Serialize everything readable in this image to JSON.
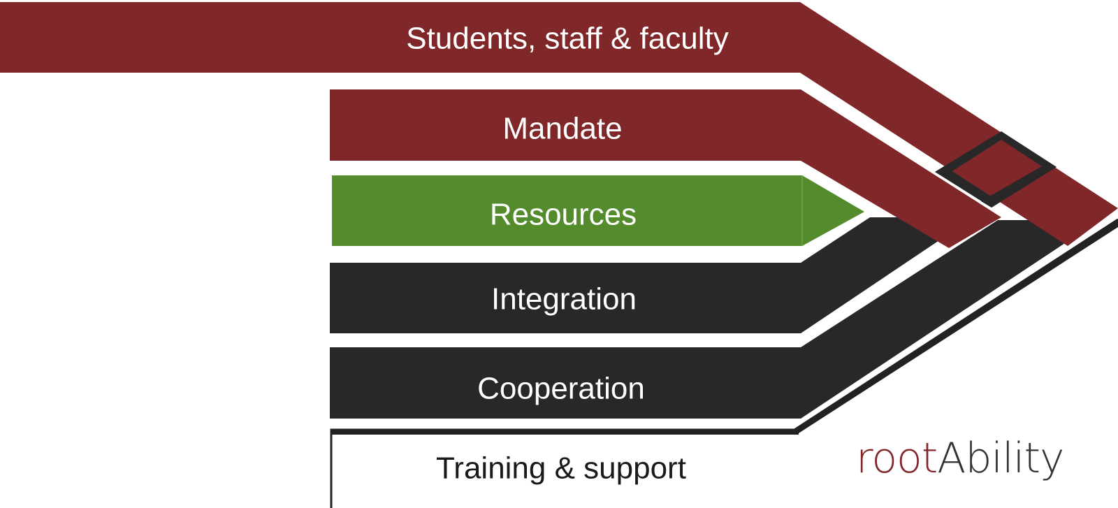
{
  "colors": {
    "maroon": "#80272a",
    "green": "#548b2d",
    "dark": "#282828",
    "outline": "#222222",
    "white": "#ffffff"
  },
  "bands": [
    {
      "label": "Students, staff & faculty",
      "color": "maroon"
    },
    {
      "label": "Mandate",
      "color": "maroon"
    },
    {
      "label": "Resources",
      "color": "green"
    },
    {
      "label": "Integration",
      "color": "dark"
    },
    {
      "label": "Cooperation",
      "color": "dark"
    },
    {
      "label": "Training & support",
      "color": "white"
    }
  ],
  "logo": {
    "prefix": "root",
    "suffix": "Ability",
    "prefix_color": "#80272a",
    "suffix_color": "#333333"
  }
}
